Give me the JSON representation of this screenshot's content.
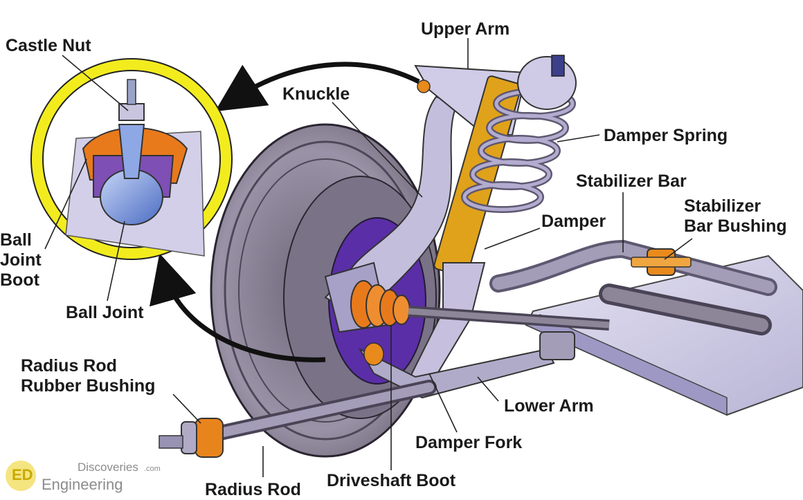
{
  "labels": {
    "castle_nut": "Castle Nut",
    "upper_arm": "Upper Arm",
    "knuckle": "Knuckle",
    "damper_spring": "Damper Spring",
    "stabilizer_bar": "Stabilizer Bar",
    "stabilizer_bar_bushing_1": "Stabilizer",
    "stabilizer_bar_bushing_2": "Bar Bushing",
    "damper": "Damper",
    "ball_joint_boot_1": "Ball",
    "ball_joint_boot_2": "Joint",
    "ball_joint_boot_3": "Boot",
    "ball_joint": "Ball Joint",
    "radius_rod_rubber_bushing_1": "Radius Rod",
    "radius_rod_rubber_bushing_2": "Rubber Bushing",
    "lower_arm": "Lower Arm",
    "damper_fork": "Damper Fork",
    "radius_rod": "Radius Rod",
    "driveshaft_boot": "Driveshaft Boot"
  },
  "watermark": {
    "site": "Discoveries",
    "domain": ".com",
    "brand": "Engineering",
    "logo_letters": "ED"
  },
  "colors": {
    "tire": "#8a8296",
    "metal": "#b8b2d4",
    "spring": "#e8a417",
    "boot": "#e87a1c",
    "hub": "#5a2ea6",
    "callout_ring": "#f2ec1e"
  }
}
